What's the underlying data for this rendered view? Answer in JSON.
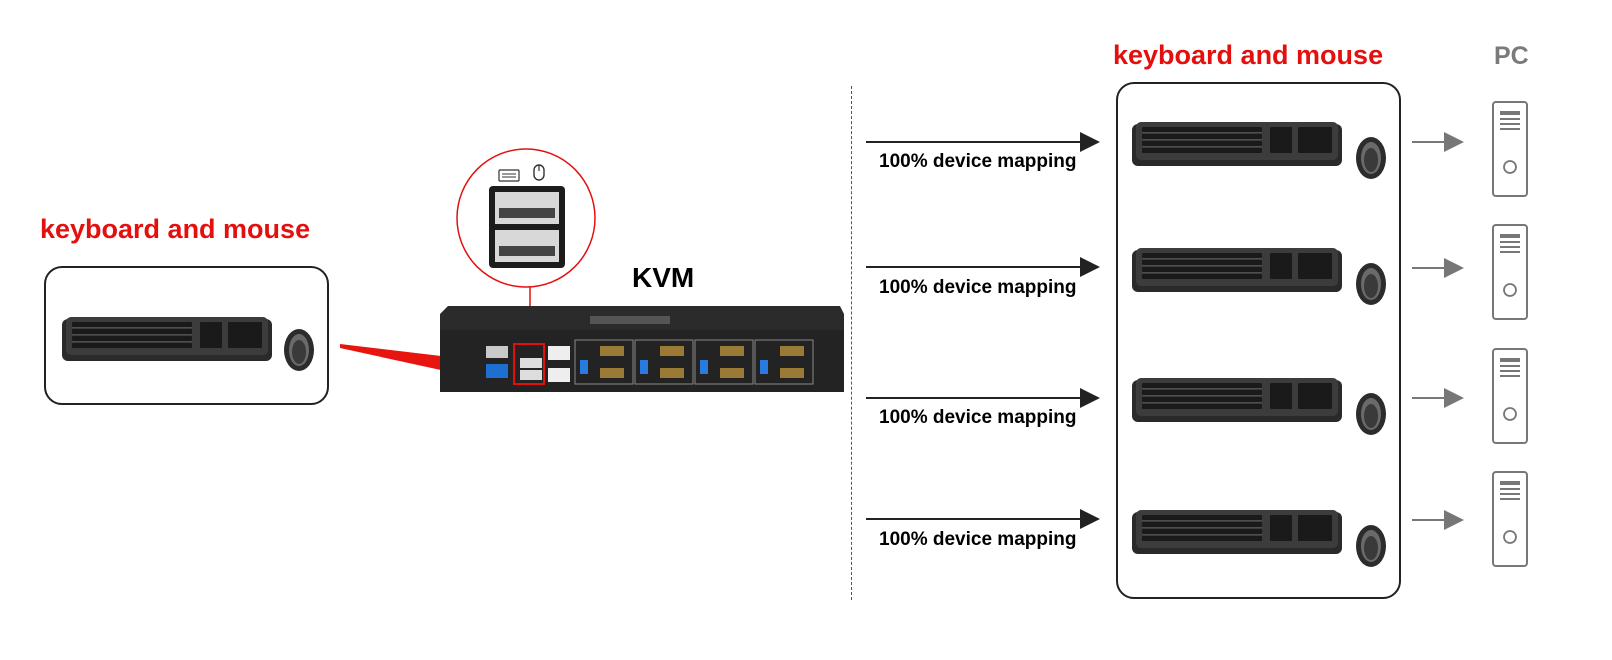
{
  "left": {
    "title": "keyboard and mouse"
  },
  "kvm": {
    "title": "KVM"
  },
  "right": {
    "title": "keyboard and mouse",
    "pc_title": "PC"
  },
  "mappings": [
    {
      "label": "100% device mapping"
    },
    {
      "label": "100% device mapping"
    },
    {
      "label": "100% device mapping"
    },
    {
      "label": "100% device mapping"
    }
  ],
  "colors": {
    "accent": "#e3100e",
    "device": "#2b2b2b",
    "pc_gray": "#7a7a7a"
  },
  "icons": [
    "keyboard-icon",
    "mouse-icon",
    "pc-tower-icon",
    "arrow-right-icon",
    "usb-port-icon"
  ]
}
